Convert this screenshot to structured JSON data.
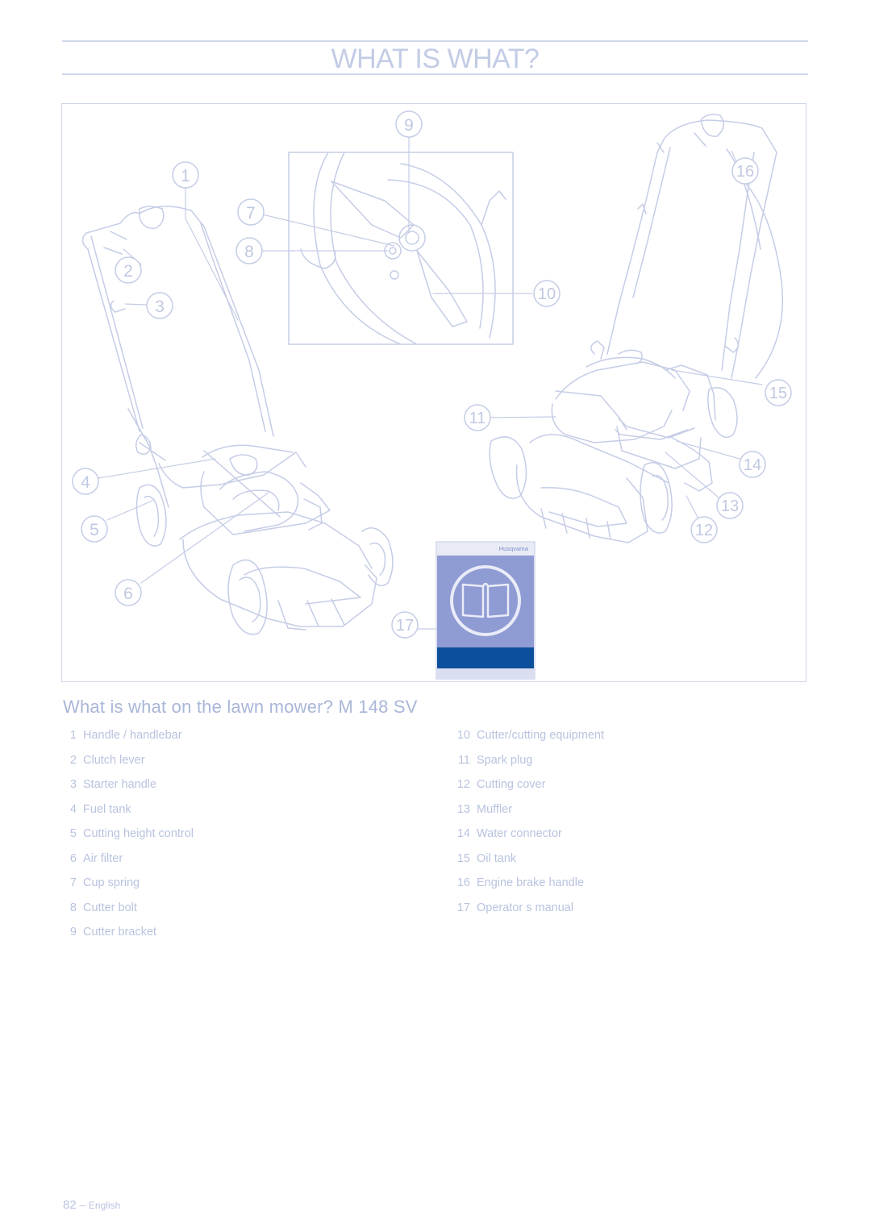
{
  "page_title": "WHAT IS WHAT?",
  "manual": {
    "brand": "Husqvarna"
  },
  "callouts": [
    "1",
    "2",
    "3",
    "4",
    "5",
    "6",
    "7",
    "8",
    "9",
    "10",
    "11",
    "12",
    "13",
    "14",
    "15",
    "16",
    "17"
  ],
  "section_heading": "What is what on the lawn mower? M 148 SV",
  "parts": [
    {
      "num": "1",
      "label": "Handle / handlebar"
    },
    {
      "num": "2",
      "label": "Clutch lever"
    },
    {
      "num": "3",
      "label": "Starter handle"
    },
    {
      "num": "4",
      "label": "Fuel tank"
    },
    {
      "num": "5",
      "label": "Cutting height control"
    },
    {
      "num": "6",
      "label": "Air filter"
    },
    {
      "num": "7",
      "label": "Cup spring"
    },
    {
      "num": "8",
      "label": "Cutter bolt"
    },
    {
      "num": "9",
      "label": "Cutter bracket"
    },
    {
      "num": "10",
      "label": "Cutter/cutting equipment"
    },
    {
      "num": "11",
      "label": "Spark plug"
    },
    {
      "num": "12",
      "label": "Cutting cover"
    },
    {
      "num": "13",
      "label": "Muffler"
    },
    {
      "num": "14",
      "label": "Water connector"
    },
    {
      "num": "15",
      "label": "Oil tank"
    },
    {
      "num": "16",
      "label": "Engine brake handle"
    },
    {
      "num": "17",
      "label": "Operator s manual"
    }
  ],
  "footer": {
    "page_number": "82",
    "dash": "–",
    "language": "English"
  },
  "colors": {
    "line": "#c5cde6",
    "text": "#b9c3df",
    "manual_blue": "#8f9bd3",
    "manual_band": "#0c4f9a"
  }
}
